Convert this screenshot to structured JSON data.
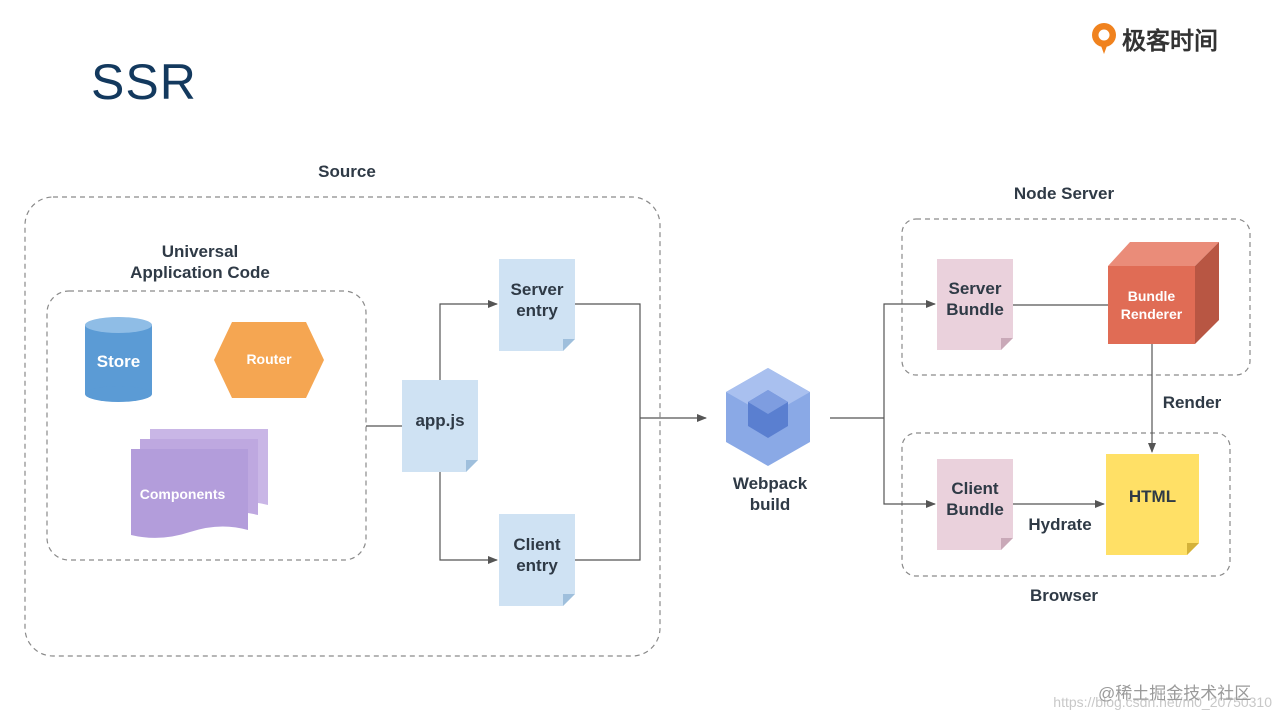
{
  "slide": {
    "title": "SSR"
  },
  "brand": {
    "name": "极客时间",
    "icon": "geektime-logo-icon"
  },
  "diagram": {
    "source_label": "Source",
    "universal_label": "Universal\nApplication Code",
    "store_label": "Store",
    "router_label": "Router",
    "components_label": "Components",
    "appjs_label": "app.js",
    "server_entry_label": "Server\nentry",
    "client_entry_label": "Client\nentry",
    "webpack_label": "Webpack\nbuild",
    "node_server_label": "Node Server",
    "server_bundle_label": "Server\nBundle",
    "bundle_renderer_label": "Bundle\nRenderer",
    "render_label": "Render",
    "client_bundle_label": "Client\nBundle",
    "hydrate_label": "Hydrate",
    "html_label": "HTML",
    "browser_label": "Browser"
  },
  "watermark": {
    "juejin": "@稀土掘金技术社区",
    "url": "https://blog.csdn.net/m0_20750310"
  },
  "colors": {
    "title": "#13395e",
    "store": "#5b9bd5",
    "router": "#f5a652",
    "components": "#b39ddb",
    "doc_blue": "#cfe2f3",
    "doc_pink": "#ead1dc",
    "renderer": "#e06c55",
    "html_note": "#ffe066",
    "webpack": "#7b9ee0",
    "line": "#555555"
  }
}
